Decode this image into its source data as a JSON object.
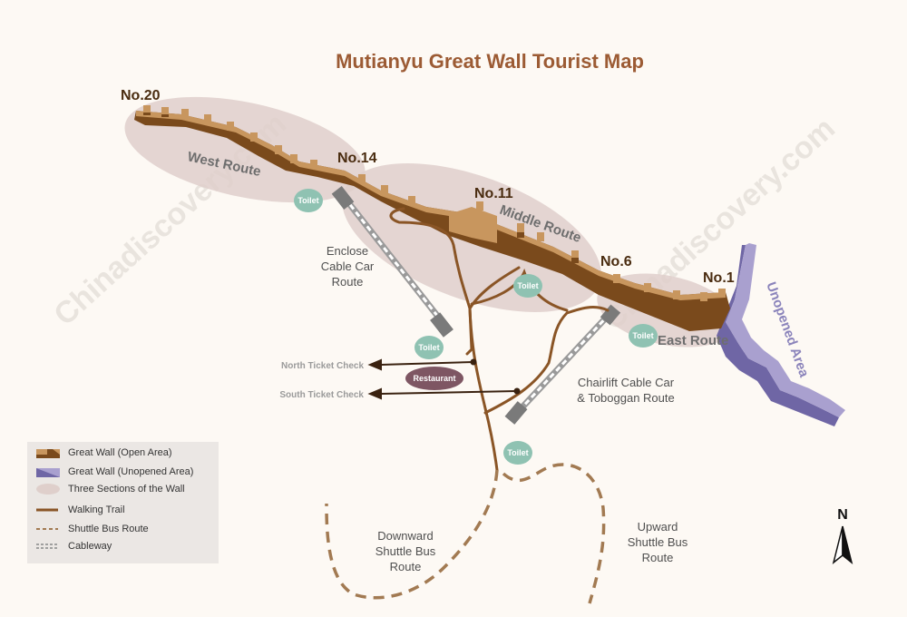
{
  "title": "Mutianyu Great Wall Tourist Map",
  "towers": {
    "no20": "No.20",
    "no14": "No.14",
    "no11": "No.11",
    "no6": "No.6",
    "no1": "No.1"
  },
  "sections": {
    "west": "West Route",
    "middle": "Middle Route",
    "east": "East Route",
    "unopened": "Unopened Area"
  },
  "routes": {
    "enclose_cable": [
      "Enclose",
      "Cable Car",
      "Route"
    ],
    "chairlift": [
      "Chairlift Cable Car",
      "& Toboggan Route"
    ],
    "downward_shuttle": [
      "Downward",
      "Shuttle Bus",
      "Route"
    ],
    "upward_shuttle": [
      "Upward",
      "Shuttle Bus",
      "Route"
    ]
  },
  "facilities": {
    "toilet": "Toilet",
    "restaurant": "Restaurant",
    "north_ticket": "North Ticket Check",
    "south_ticket": "South Ticket Check"
  },
  "compass": "N",
  "watermark": "Chinadiscovery.com",
  "legend": {
    "open_wall": "Great Wall (Open Area)",
    "unopened_wall": "Great Wall (Unopened Area)",
    "sections": "Three Sections of the Wall",
    "walking": "Walking Trail",
    "shuttle": "Shuttle Bus Route",
    "cableway": "Cableway"
  },
  "colors": {
    "wall": "#7a4a1c",
    "wall_top": "#c8965e",
    "unopened": "#a9a0cf",
    "section_fill": "#dfcfcb",
    "trail": "#8a5526",
    "toilet": "#8fc2b2",
    "restaurant": "#7e5663",
    "title": "#9c5b34"
  }
}
